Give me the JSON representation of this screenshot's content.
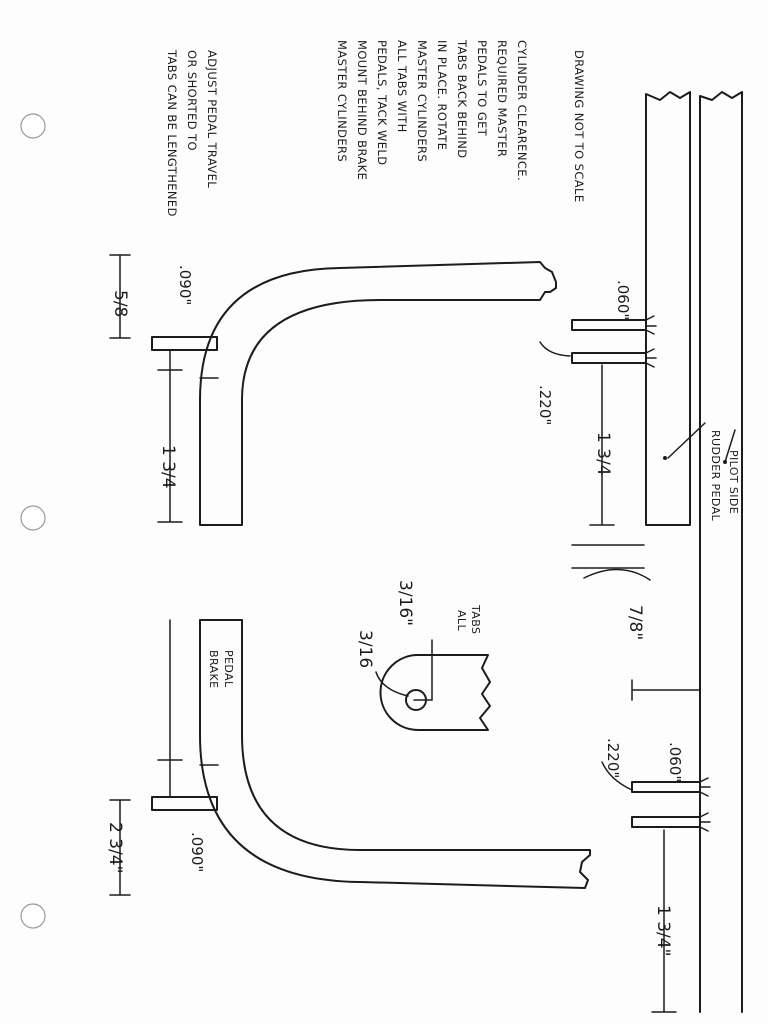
{
  "note_tabs": [
    "TABS CAN BE LENGTHENED",
    "OR SHORTED TO",
    "ADJUST PEDAL TRAVEL"
  ],
  "note_master": [
    "MASTER CYLINDERS",
    "MOUNT BEHIND BRAKE",
    "PEDALS, TACK WELD",
    "ALL TABS WITH",
    "MASTER CYLINDERS",
    "IN PLACE. ROTATE",
    "TABS BACK BEHIND",
    "PEDALS TO GET",
    "REQUIRED MASTER",
    "CYLINDER CLEARENCE."
  ],
  "note_scale": "DRAWING NOT TO SCALE",
  "brake_pedal_label": [
    "BRAKE",
    "PEDAL"
  ],
  "rudder_pedal_label": [
    "RUDDER PEDAL",
    "PILOT SIDE"
  ],
  "all_tabs_label": [
    "ALL",
    "TABS"
  ],
  "dims": {
    "tab_width_top": "5/8",
    "tab_thick_top": ".090\"",
    "tab_height_top": "1 3/4",
    "tab_thick_bottom": ".090\"",
    "tab_width_bottom": "2 3/4\"",
    "mc_gap_top": ".220\"",
    "mc_tab_top": ".060\"",
    "mc_offset_top": "1 3/4",
    "mc_gap_bottom": ".220\"",
    "mc_tab_bottom": ".060\"",
    "mc_offset_bottom": "1 3/4\"",
    "pedal_gap": "7/8\"",
    "tab_radius": "3/16",
    "tab_hole": "3/16\""
  }
}
